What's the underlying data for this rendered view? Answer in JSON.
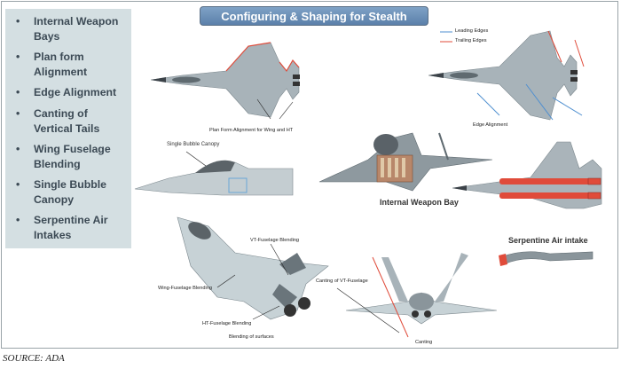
{
  "title": "Configuring & Shaping for Stealth",
  "bullets": [
    "Internal Weapon Bays",
    "Plan form Alignment",
    "Edge Alignment",
    "Canting of Vertical Tails",
    "Wing Fuselage Blending",
    "Single Bubble Canopy",
    "Serpentine Air Intakes"
  ],
  "labels": {
    "planform": "Plan Form Alignment for Wing and HT",
    "edge": "Edge Alignment",
    "leading_edges": "Leading Edges",
    "trailing_edges": "Trailing Edges",
    "canopy": "Single Bubble Canopy",
    "weapon_bay": "Internal Weapon Bay",
    "serpentine": "Serpentine Air intake",
    "vt_fuselage_blending": "VT-Fuselage Blending",
    "wing_fuselage_blending": "Wing-Fuselage Blending",
    "ht_fuselage_blending": "HT-Fuselage Blending",
    "blending_surfaces": "Blending of surfaces",
    "canting_vt_fuselage": "Canting of VT-Fuselage",
    "canting": "Canting"
  },
  "source": "SOURCE: ADA",
  "colors": {
    "panel_bg": "#d4dfe2",
    "title_bg": "#6b8fb8",
    "leading_edge": "#4f8fd0",
    "trailing_edge": "#e04b3a",
    "aircraft": "#9aa7ae"
  }
}
